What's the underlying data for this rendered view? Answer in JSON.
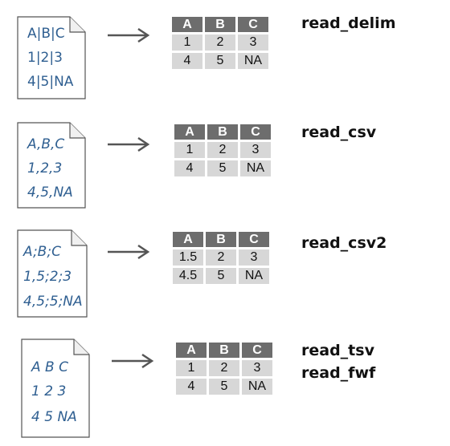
{
  "rows": [
    {
      "doc": [
        "A|B|C",
        "1|2|3",
        "4|5|NA"
      ],
      "headers": [
        "A",
        "B",
        "C"
      ],
      "cells": [
        [
          "1",
          "2",
          "3"
        ],
        [
          "4",
          "5",
          "NA"
        ]
      ],
      "functions": [
        "read_delim"
      ]
    },
    {
      "doc": [
        "A,B,C",
        "1,2,3",
        "4,5,NA"
      ],
      "headers": [
        "A",
        "B",
        "C"
      ],
      "cells": [
        [
          "1",
          "2",
          "3"
        ],
        [
          "4",
          "5",
          "NA"
        ]
      ],
      "functions": [
        "read_csv"
      ]
    },
    {
      "doc": [
        "A;B;C",
        "1,5;2;3",
        "4,5;5;NA"
      ],
      "headers": [
        "A",
        "B",
        "C"
      ],
      "cells": [
        [
          "1.5",
          "2",
          "3"
        ],
        [
          "4.5",
          "5",
          "NA"
        ]
      ],
      "functions": [
        "read_csv2"
      ]
    },
    {
      "doc": [
        "A B C",
        "1 2 3",
        "4 5 NA"
      ],
      "headers": [
        "A",
        "B",
        "C"
      ],
      "cells": [
        [
          "1",
          "2",
          "3"
        ],
        [
          "4",
          "5",
          "NA"
        ]
      ],
      "functions": [
        "read_tsv",
        "read_fwf"
      ]
    }
  ]
}
